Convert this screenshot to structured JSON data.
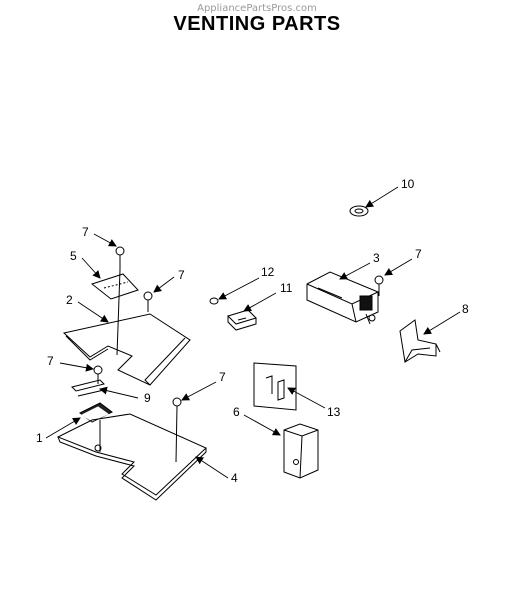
{
  "header": {
    "watermark": "AppliancePartsPros.com",
    "title": "VENTING PARTS"
  },
  "callouts": {
    "c1": "1",
    "c2": "2",
    "c3": "3",
    "c4": "4",
    "c5": "5",
    "c6": "6",
    "c7a": "7",
    "c7b": "7",
    "c7c": "7",
    "c7d": "7",
    "c7e": "7",
    "c8": "8",
    "c9": "9",
    "c10": "10",
    "c11": "11",
    "c12": "12",
    "c13": "13"
  }
}
